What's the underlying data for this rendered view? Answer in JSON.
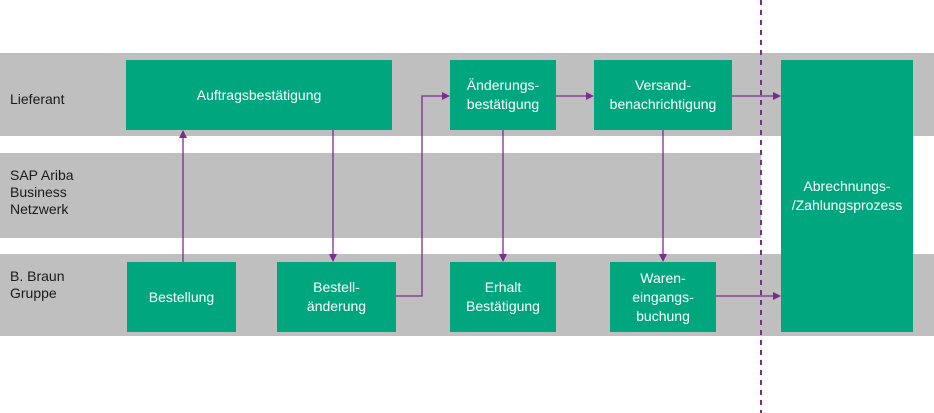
{
  "colors": {
    "lane": "#bfbfbf",
    "box": "#00a77e",
    "box_text": "#ffffff",
    "arrow": "#7b2d8e",
    "divider": "#7b2d8e"
  },
  "lanes": {
    "supplier": "Lieferant",
    "network": "SAP Ariba\nBusiness\nNetzwerk",
    "buyer": "B. Braun\nGruppe"
  },
  "boxes": {
    "order_confirmation": "Auftragsbestätigung",
    "change_confirmation": "Änderungs-\nbestätigung",
    "shipping_notice": "Versand-\nbenachrichtigung",
    "billing_process": "Abrechnungs-\n/Zahlungsprozess",
    "order": "Bestellung",
    "order_change": "Bestell-\nänderung",
    "receipt_confirmation": "Erhalt\nBestätigung",
    "goods_receipt": "Waren-\neingangs-\nbuchung"
  }
}
